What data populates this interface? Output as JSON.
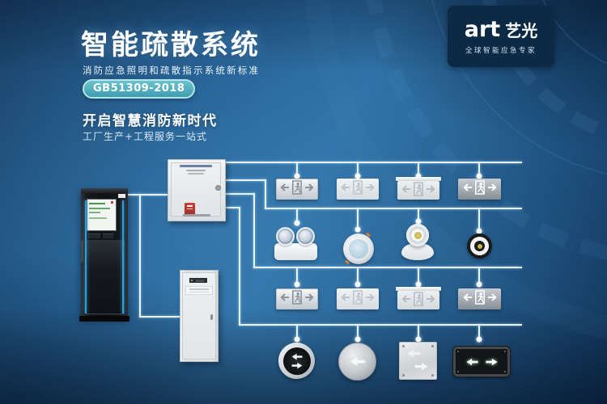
{
  "poster": {
    "title": "智能疏散系统",
    "subtitle": "消防应急照明和疏散指示系统新标准",
    "standard_badge": "GB51309-2018",
    "slogan": "开启智慧消防新时代",
    "tagline": "工厂生产+工程服务一站式"
  },
  "brand": {
    "logo_en": "art",
    "logo_cn": "艺光",
    "logo_tagline": "全球智能应急专家"
  },
  "colors": {
    "background_mid": "#2a6ba0",
    "background_dark": "#0f2f53",
    "badge_fill": "#4fa8b8",
    "badge_border": "#b4e5e7",
    "wire": "#e9f4fc",
    "cabinet_accent_blue": "#2f9ed6"
  },
  "diagram": {
    "controllers": [
      {
        "name": "evacuation-host-cabinet"
      },
      {
        "name": "evacuation-controller-box"
      },
      {
        "name": "emergency-power-cabinet"
      }
    ],
    "rows": [
      {
        "group": "exit-signs-row-1",
        "items": [
          "exit-sign-silver",
          "exit-sign-light",
          "exit-sign-flanged",
          "exit-sign-dark"
        ]
      },
      {
        "group": "emergency-lights",
        "items": [
          "twin-spot-emergency-light",
          "recessed-downlight",
          "spot-emergency-light",
          "round-ceiling-light"
        ]
      },
      {
        "group": "exit-signs-row-2",
        "items": [
          "exit-sign-silver",
          "exit-sign-light",
          "exit-sign-flanged",
          "exit-sign-dark"
        ]
      },
      {
        "group": "floor-indicators",
        "items": [
          "round-buried-arrow-light",
          "steel-disc-light",
          "square-buried-plate",
          "wall-double-arrow-sign"
        ]
      }
    ]
  }
}
